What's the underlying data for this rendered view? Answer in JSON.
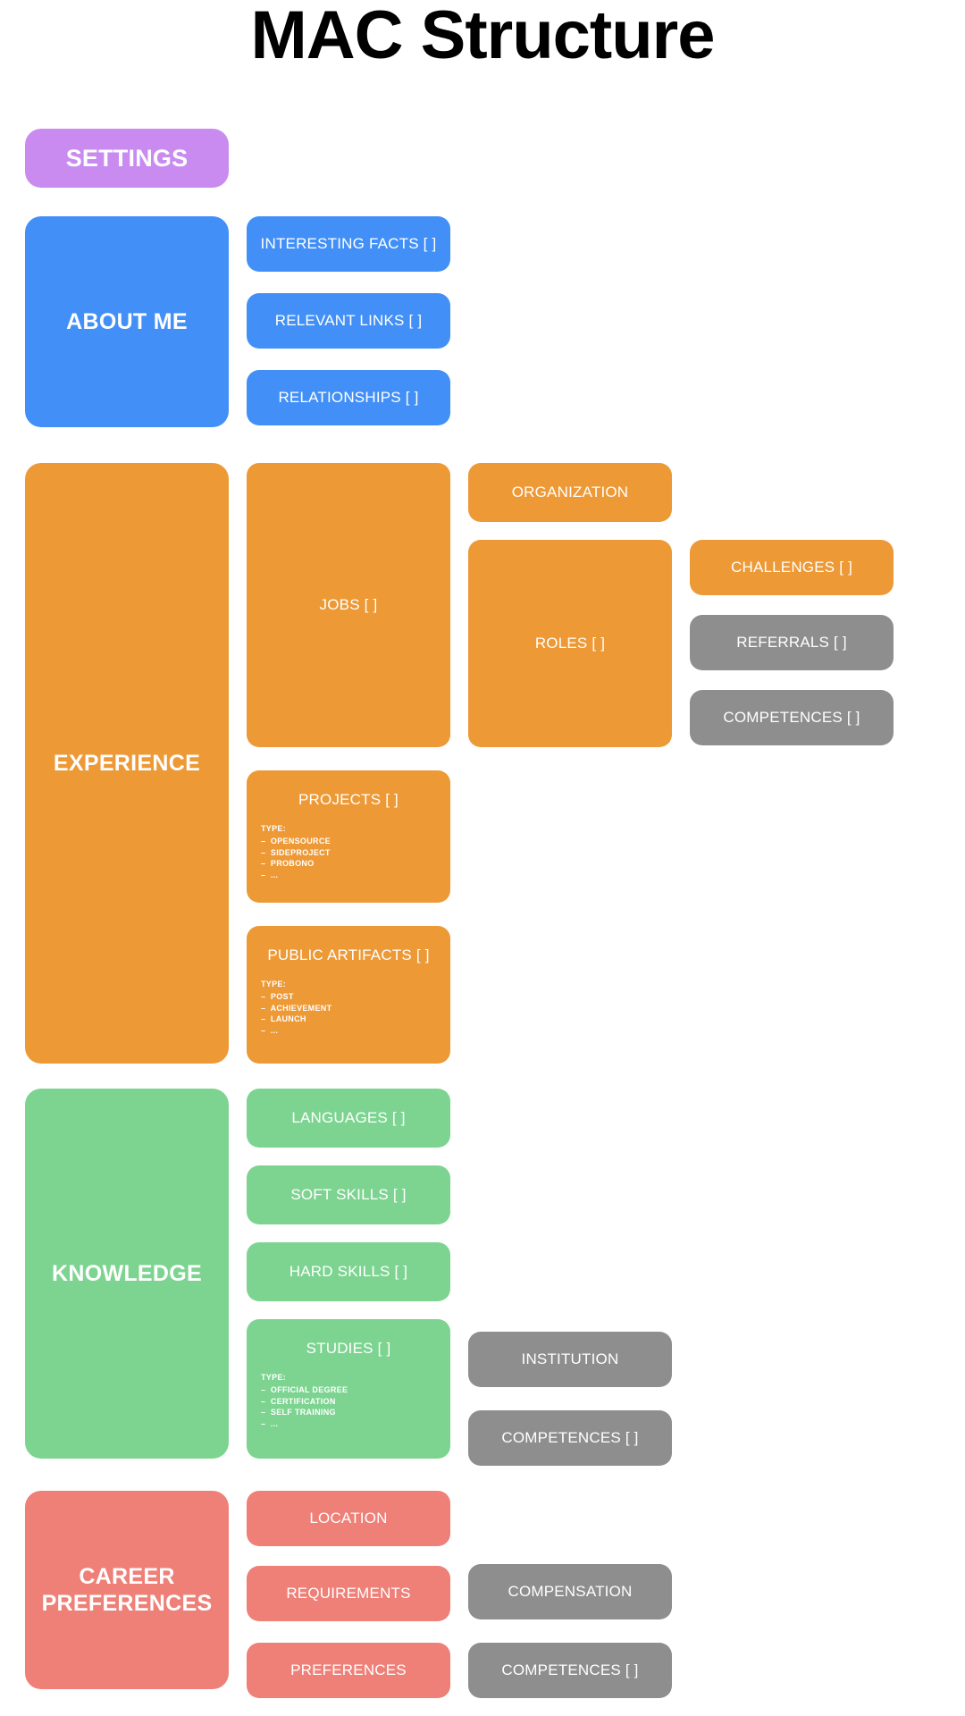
{
  "page": {
    "title": "MAC Structure"
  },
  "colors": {
    "settings": "#c98bf0",
    "about_me": "#4290f7",
    "experience": "#ed9936",
    "knowledge": "#7dd491",
    "career_preferences": "#ee8078",
    "secondary": "#8e8e8e",
    "background": "#ffffff",
    "title_text": "#000000",
    "card_text": "#ffffff"
  },
  "settings": {
    "label": "SETTINGS"
  },
  "about_me": {
    "label": "ABOUT ME",
    "children": [
      {
        "label": "INTERESTING FACTS [ ]"
      },
      {
        "label": "RELEVANT LINKS [ ]"
      },
      {
        "label": "RELATIONSHIPS [ ]"
      }
    ]
  },
  "experience": {
    "label": "EXPERIENCE",
    "jobs": {
      "label": "JOBS [ ]"
    },
    "organization": {
      "label": "ORGANIZATION"
    },
    "roles": {
      "label": "ROLES [ ]"
    },
    "challenges": {
      "label": "CHALLENGES [ ]"
    },
    "referrals": {
      "label": "REFERRALS [ ]"
    },
    "competences": {
      "label": "COMPETENCES [ ]"
    },
    "projects": {
      "label": "PROJECTS [ ]",
      "type_label": "TYPE:",
      "types": [
        "–  OPENSOURCE",
        "–  SIDEPROJECT",
        "–  PROBONO",
        "–  ..."
      ]
    },
    "public_artifacts": {
      "label": "PUBLIC ARTIFACTS [ ]",
      "type_label": "TYPE:",
      "types": [
        "–  POST",
        "–  ACHIEVEMENT",
        "–  LAUNCH",
        "–  ..."
      ]
    }
  },
  "knowledge": {
    "label": "KNOWLEDGE",
    "languages": {
      "label": "LANGUAGES [ ]"
    },
    "soft_skills": {
      "label": "SOFT SKILLS [ ]"
    },
    "hard_skills": {
      "label": "HARD SKILLS [ ]"
    },
    "studies": {
      "label": "STUDIES [ ]",
      "type_label": "TYPE:",
      "types": [
        "–  OFFICIAL DEGREE",
        "–  CERTIFICATION",
        "–  SELF TRAINING",
        "–  ..."
      ]
    },
    "institution": {
      "label": "INSTITUTION"
    },
    "competences": {
      "label": "COMPETENCES [ ]"
    }
  },
  "career_preferences": {
    "label": "CAREER\nPREFERENCES",
    "location": {
      "label": "LOCATION"
    },
    "requirements": {
      "label": "REQUIREMENTS"
    },
    "preferences": {
      "label": "PREFERENCES"
    },
    "compensation": {
      "label": "COMPENSATION"
    },
    "competences": {
      "label": "COMPETENCES [ ]"
    }
  }
}
